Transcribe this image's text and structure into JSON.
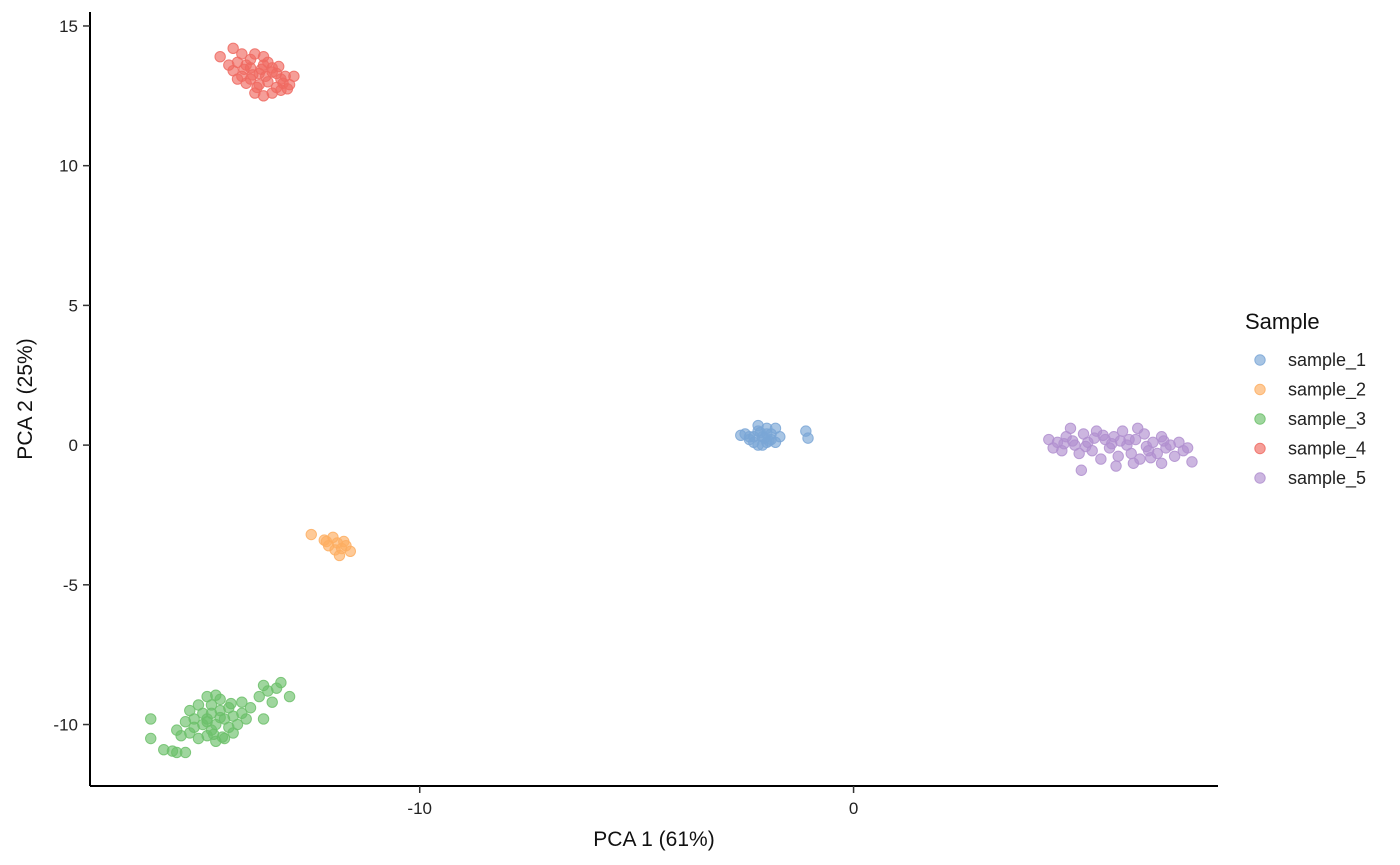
{
  "chart_data": {
    "type": "scatter",
    "xlabel": "PCA 1 (61%)",
    "ylabel": "PCA 2 (25%)",
    "xlim": [
      -17.6,
      8.4
    ],
    "ylim": [
      -12.2,
      15.5
    ],
    "x_ticks": [
      -10,
      0
    ],
    "y_ticks": [
      -10,
      -5,
      0,
      5,
      10,
      15
    ],
    "grid": false,
    "legend": {
      "title": "Sample",
      "placement": "right"
    },
    "series": [
      {
        "name": "sample_1",
        "color": "#7aa6d6",
        "points": [
          [
            -2.2,
            0.7
          ],
          [
            -2.5,
            0.4
          ],
          [
            -2.4,
            0.2
          ],
          [
            -2.3,
            0.1
          ],
          [
            -2.1,
            0.0
          ],
          [
            -2.0,
            0.1
          ],
          [
            -1.9,
            0.2
          ],
          [
            -2.0,
            0.4
          ],
          [
            -2.2,
            0.5
          ],
          [
            -2.3,
            0.3
          ],
          [
            -2.1,
            0.3
          ],
          [
            -2.0,
            0.6
          ],
          [
            -1.8,
            0.6
          ],
          [
            -1.9,
            0.4
          ],
          [
            -1.7,
            0.3
          ],
          [
            -1.8,
            0.1
          ],
          [
            -2.2,
            0.0
          ],
          [
            -2.4,
            0.3
          ],
          [
            -2.6,
            0.35
          ],
          [
            -2.05,
            0.25
          ],
          [
            -1.95,
            0.15
          ],
          [
            -2.15,
            0.45
          ],
          [
            -1.1,
            0.5
          ],
          [
            -1.05,
            0.25
          ]
        ]
      },
      {
        "name": "sample_2",
        "color": "#fdae61",
        "points": [
          [
            -12.5,
            -3.2
          ],
          [
            -12.2,
            -3.4
          ],
          [
            -12.1,
            -3.6
          ],
          [
            -12.0,
            -3.3
          ],
          [
            -11.9,
            -3.5
          ],
          [
            -11.8,
            -3.7
          ],
          [
            -11.7,
            -3.6
          ],
          [
            -11.6,
            -3.8
          ],
          [
            -11.85,
            -3.95
          ],
          [
            -11.95,
            -3.75
          ],
          [
            -12.15,
            -3.45
          ],
          [
            -11.75,
            -3.45
          ]
        ]
      },
      {
        "name": "sample_3",
        "color": "#6cc06a",
        "points": [
          [
            -16.2,
            -9.8
          ],
          [
            -16.2,
            -10.5
          ],
          [
            -15.9,
            -10.9
          ],
          [
            -15.7,
            -10.95
          ],
          [
            -15.6,
            -11.0
          ],
          [
            -15.4,
            -11.0
          ],
          [
            -15.6,
            -10.2
          ],
          [
            -15.5,
            -10.4
          ],
          [
            -15.3,
            -10.3
          ],
          [
            -15.2,
            -10.1
          ],
          [
            -15.1,
            -10.5
          ],
          [
            -15.4,
            -9.9
          ],
          [
            -15.3,
            -9.5
          ],
          [
            -15.2,
            -9.8
          ],
          [
            -15.0,
            -9.6
          ],
          [
            -14.9,
            -9.9
          ],
          [
            -14.8,
            -10.2
          ],
          [
            -14.7,
            -10.6
          ],
          [
            -14.9,
            -10.4
          ],
          [
            -15.1,
            -9.3
          ],
          [
            -14.9,
            -9.0
          ],
          [
            -14.8,
            -9.3
          ],
          [
            -14.6,
            -9.5
          ],
          [
            -14.5,
            -9.8
          ],
          [
            -14.4,
            -10.1
          ],
          [
            -14.5,
            -10.5
          ],
          [
            -14.7,
            -10.0
          ],
          [
            -14.6,
            -9.1
          ],
          [
            -14.4,
            -9.4
          ],
          [
            -14.3,
            -9.7
          ],
          [
            -14.2,
            -10.0
          ],
          [
            -14.1,
            -9.6
          ],
          [
            -14.3,
            -10.3
          ],
          [
            -14.7,
            -8.95
          ],
          [
            -14.6,
            -9.75
          ],
          [
            -14.8,
            -9.6
          ],
          [
            -14.9,
            -9.8
          ],
          [
            -15.0,
            -10.0
          ],
          [
            -14.75,
            -10.35
          ],
          [
            -14.55,
            -10.45
          ],
          [
            -14.35,
            -9.25
          ],
          [
            -13.6,
            -8.6
          ],
          [
            -13.5,
            -8.8
          ],
          [
            -13.3,
            -8.7
          ],
          [
            -13.2,
            -8.5
          ],
          [
            -13.4,
            -9.2
          ],
          [
            -13.0,
            -9.0
          ],
          [
            -13.7,
            -9.0
          ],
          [
            -13.9,
            -9.4
          ],
          [
            -13.6,
            -9.8
          ],
          [
            -14.1,
            -9.2
          ],
          [
            -14.0,
            -9.8
          ]
        ]
      },
      {
        "name": "sample_4",
        "color": "#ef6a61",
        "points": [
          [
            -14.3,
            14.2
          ],
          [
            -14.1,
            14.0
          ],
          [
            -14.2,
            13.7
          ],
          [
            -14.0,
            13.6
          ],
          [
            -13.9,
            13.8
          ],
          [
            -13.8,
            14.0
          ],
          [
            -13.6,
            13.9
          ],
          [
            -13.5,
            13.7
          ],
          [
            -13.4,
            13.5
          ],
          [
            -13.3,
            13.3
          ],
          [
            -13.2,
            13.1
          ],
          [
            -13.1,
            13.2
          ],
          [
            -13.0,
            12.9
          ],
          [
            -13.2,
            12.7
          ],
          [
            -13.4,
            12.6
          ],
          [
            -13.6,
            12.5
          ],
          [
            -13.8,
            12.6
          ],
          [
            -13.7,
            12.9
          ],
          [
            -13.9,
            13.1
          ],
          [
            -14.1,
            13.2
          ],
          [
            -14.3,
            13.4
          ],
          [
            -14.4,
            13.6
          ],
          [
            -14.6,
            13.9
          ],
          [
            -14.2,
            13.1
          ],
          [
            -13.5,
            13.0
          ],
          [
            -13.3,
            12.8
          ],
          [
            -13.7,
            13.3
          ],
          [
            -13.9,
            13.5
          ],
          [
            -13.6,
            13.6
          ],
          [
            -13.4,
            13.35
          ],
          [
            -13.25,
            13.55
          ],
          [
            -13.85,
            13.25
          ],
          [
            -14.05,
            13.45
          ],
          [
            -13.55,
            13.2
          ],
          [
            -13.15,
            12.95
          ],
          [
            -12.9,
            13.2
          ],
          [
            -13.05,
            12.75
          ],
          [
            -13.75,
            12.8
          ],
          [
            -14.0,
            12.95
          ],
          [
            -13.65,
            13.45
          ]
        ]
      },
      {
        "name": "sample_5",
        "color": "#b08fcf",
        "points": [
          [
            4.5,
            0.2
          ],
          [
            4.6,
            -0.1
          ],
          [
            4.7,
            0.1
          ],
          [
            4.8,
            -0.2
          ],
          [
            4.9,
            0.3
          ],
          [
            5.0,
            0.6
          ],
          [
            5.1,
            0.0
          ],
          [
            5.2,
            -0.3
          ],
          [
            5.3,
            0.4
          ],
          [
            5.4,
            0.1
          ],
          [
            5.5,
            -0.2
          ],
          [
            5.6,
            0.5
          ],
          [
            5.7,
            -0.5
          ],
          [
            5.8,
            0.2
          ],
          [
            5.9,
            -0.1
          ],
          [
            6.0,
            0.3
          ],
          [
            6.1,
            -0.4
          ],
          [
            6.2,
            0.5
          ],
          [
            6.3,
            0.0
          ],
          [
            6.4,
            -0.3
          ],
          [
            6.5,
            0.2
          ],
          [
            6.6,
            -0.5
          ],
          [
            6.7,
            0.4
          ],
          [
            6.8,
            -0.2
          ],
          [
            6.9,
            0.1
          ],
          [
            7.0,
            -0.3
          ],
          [
            7.1,
            0.3
          ],
          [
            7.2,
            -0.1
          ],
          [
            7.3,
            0.0
          ],
          [
            7.4,
            -0.4
          ],
          [
            7.5,
            0.1
          ],
          [
            7.6,
            -0.2
          ],
          [
            7.7,
            -0.1
          ],
          [
            7.8,
            -0.6
          ],
          [
            5.25,
            -0.9
          ],
          [
            6.05,
            -0.75
          ],
          [
            6.45,
            -0.65
          ],
          [
            7.1,
            -0.65
          ],
          [
            6.55,
            0.6
          ],
          [
            5.05,
            0.15
          ],
          [
            5.55,
            0.25
          ],
          [
            5.95,
            0.05
          ],
          [
            6.35,
            0.2
          ],
          [
            6.75,
            -0.05
          ],
          [
            7.15,
            0.15
          ],
          [
            4.85,
            0.05
          ],
          [
            5.35,
            -0.05
          ],
          [
            5.75,
            0.35
          ],
          [
            6.15,
            0.15
          ],
          [
            6.85,
            -0.45
          ]
        ]
      }
    ]
  }
}
